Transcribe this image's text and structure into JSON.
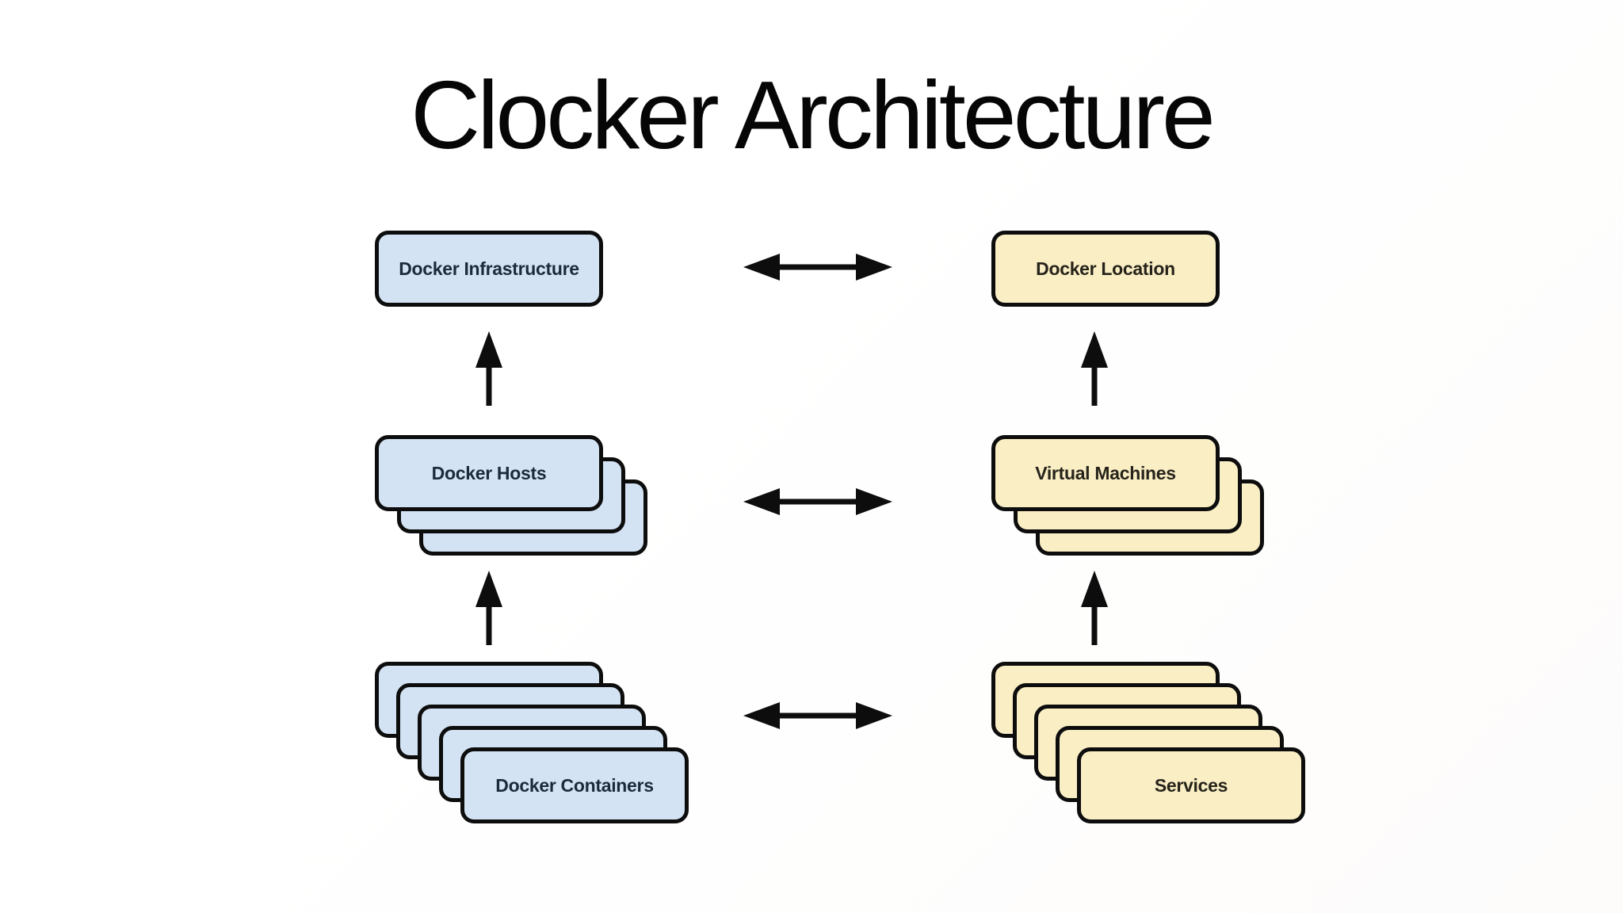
{
  "title": "Clocker Architecture",
  "diagram": {
    "left_column": {
      "theme_fill": "#d3e3f3",
      "nodes": [
        {
          "id": "docker-infrastructure",
          "label": "Docker Infrastructure",
          "stack_count": 1
        },
        {
          "id": "docker-hosts",
          "label": "Docker Hosts",
          "stack_count": 3
        },
        {
          "id": "docker-containers",
          "label": "Docker Containers",
          "stack_count": 5
        }
      ]
    },
    "right_column": {
      "theme_fill": "#faeec5",
      "nodes": [
        {
          "id": "docker-location",
          "label": "Docker Location",
          "stack_count": 1
        },
        {
          "id": "virtual-machines",
          "label": "Virtual Machines",
          "stack_count": 3
        },
        {
          "id": "services",
          "label": "Services",
          "stack_count": 5
        }
      ]
    },
    "connectors": [
      {
        "from": "docker-hosts",
        "to": "docker-infrastructure",
        "style": "arrow-up"
      },
      {
        "from": "docker-containers",
        "to": "docker-hosts",
        "style": "arrow-up"
      },
      {
        "from": "virtual-machines",
        "to": "docker-location",
        "style": "arrow-up"
      },
      {
        "from": "services",
        "to": "virtual-machines",
        "style": "arrow-up"
      },
      {
        "from": "docker-infrastructure",
        "to": "docker-location",
        "style": "arrow-both"
      },
      {
        "from": "docker-hosts",
        "to": "virtual-machines",
        "style": "arrow-both"
      },
      {
        "from": "docker-containers",
        "to": "services",
        "style": "arrow-both"
      }
    ]
  },
  "colors": {
    "background": "#ffffff",
    "blue_fill": "#d3e3f3",
    "yellow_fill": "#faeec5",
    "box_border": "#0d0d0d",
    "blue_text": "#1c2a3a",
    "yellow_text": "#26231a",
    "arrow": "#0d0d0d",
    "title_text": "#060606"
  }
}
